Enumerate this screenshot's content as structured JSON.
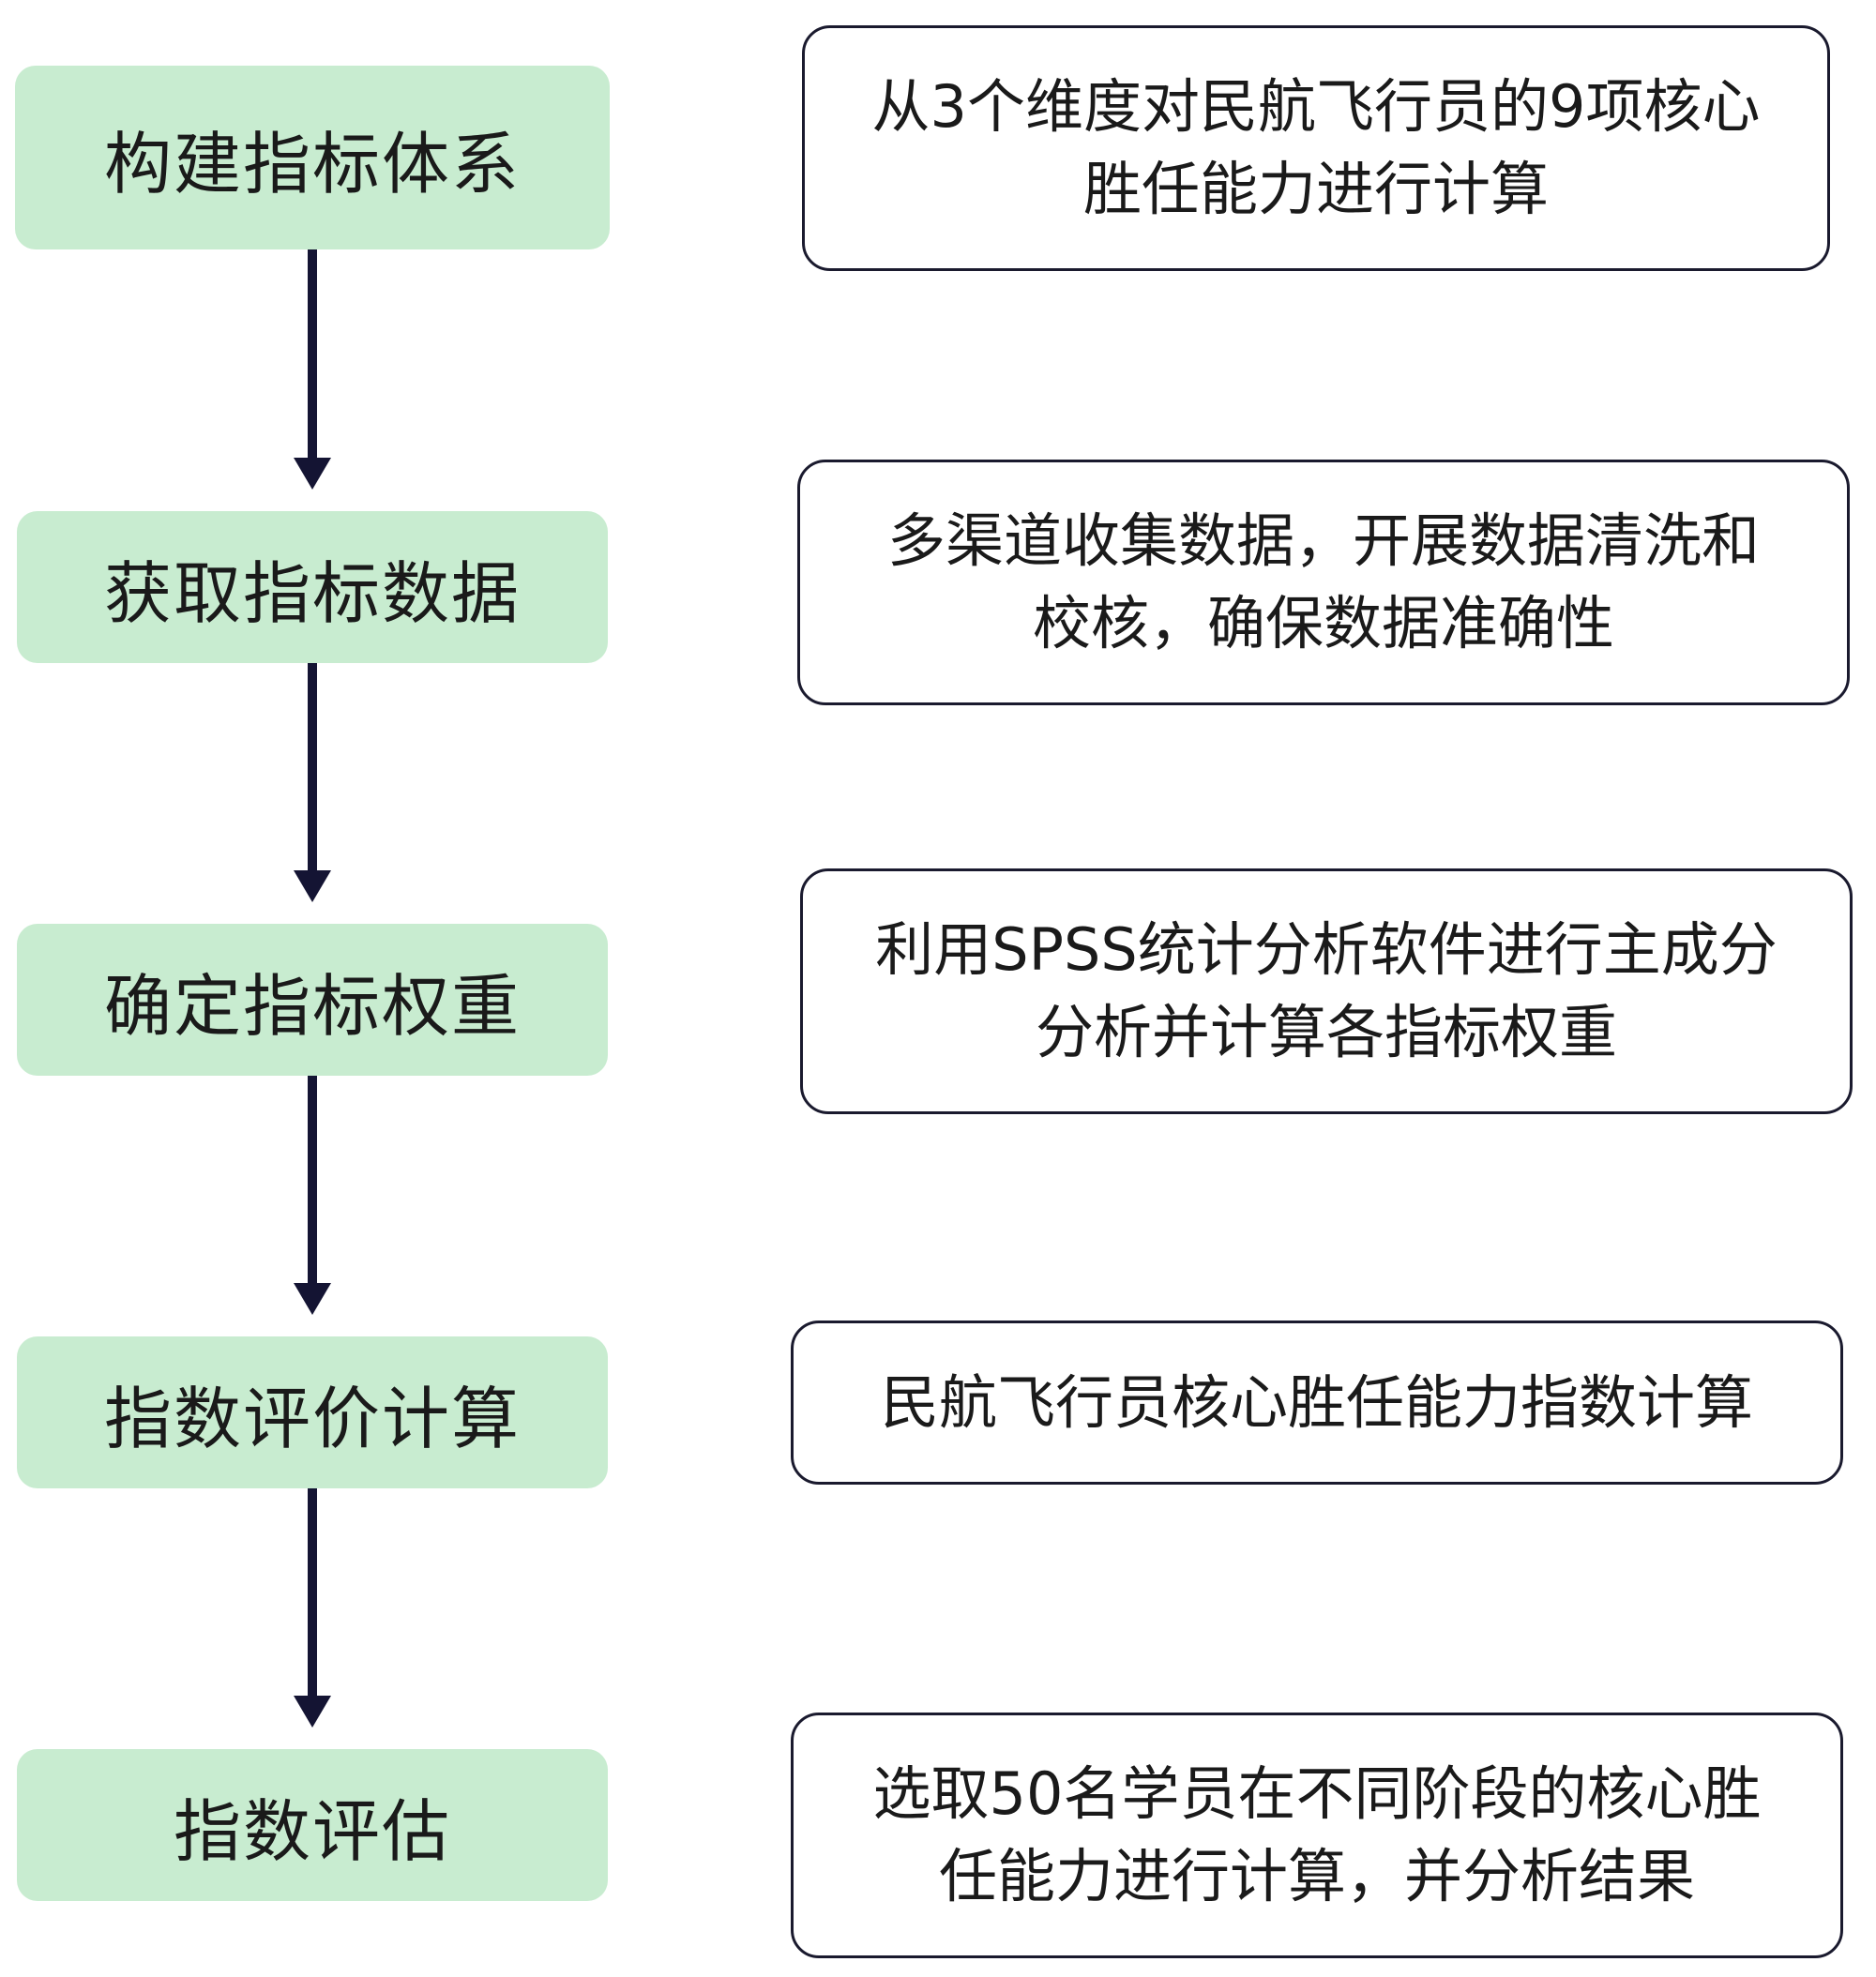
{
  "steps": [
    {
      "label": "构建指标体系"
    },
    {
      "label": "获取指标数据"
    },
    {
      "label": "确定指标权重"
    },
    {
      "label": "指数评价计算"
    },
    {
      "label": "指数评估"
    }
  ],
  "descriptions": [
    {
      "line1": "从3个维度对民航飞行员的9项核心",
      "line2": "胜任能力进行计算"
    },
    {
      "line1": "多渠道收集数据，开展数据清洗和",
      "line2": "校核，确保数据准确性"
    },
    {
      "line1": "利用SPSS统计分析软件进行主成分",
      "line2": "分析并计算各指标权重"
    },
    {
      "line1": "民航飞行员核心胜任能力指数计算",
      "line2": ""
    },
    {
      "line1": "选取50名学员在不同阶段的核心胜",
      "line2": "任能力进行计算，并分析结果"
    }
  ],
  "colors": {
    "step_fill": "#c8ecd0",
    "arrow": "#141433",
    "desc_border": "#1a1a2e"
  }
}
